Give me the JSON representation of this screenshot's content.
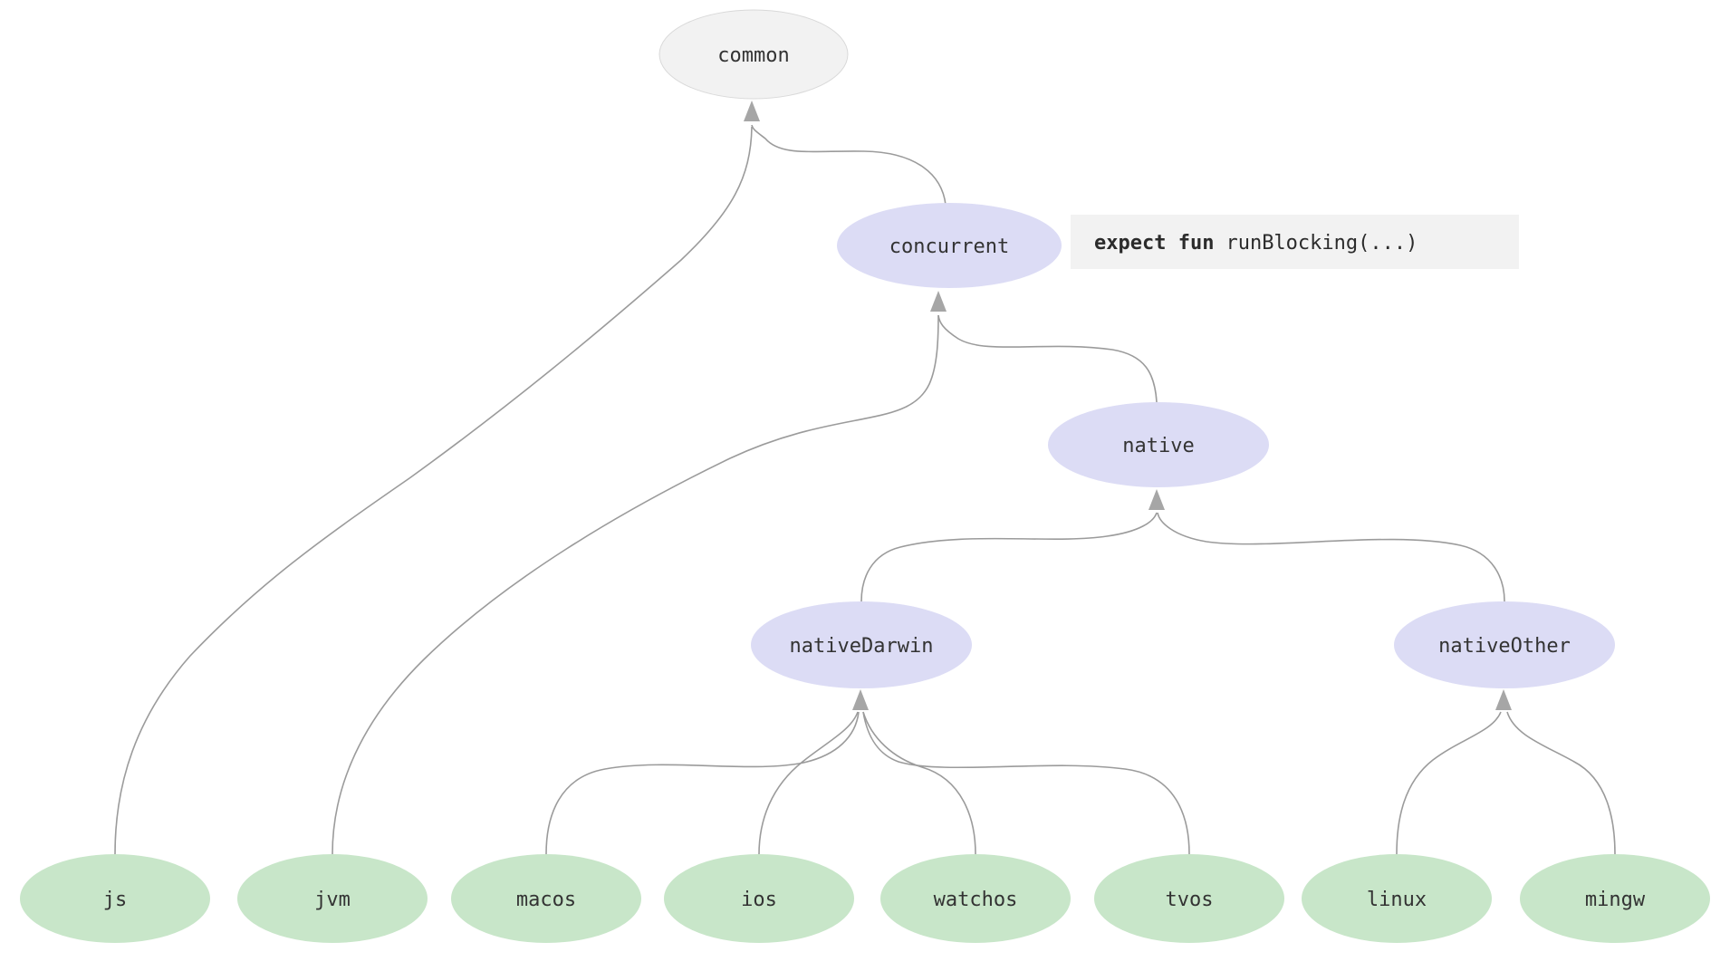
{
  "diagram": {
    "kind": "source-set-hierarchy-tree",
    "colors": {
      "background": "#ffffff",
      "common_fill": "#f2f2f2",
      "common_stroke": "#d9d9d9",
      "shared_fill": "#dcdcf5",
      "target_fill": "#c8e6c9",
      "edge": "#9b9b9b",
      "arrow": "#a6a6a6",
      "label_text": "#333333",
      "code_box_fill": "#f2f2f2",
      "code_text": "#2b2b2b"
    }
  },
  "nodes": [
    {
      "id": "common",
      "label": "common",
      "kind": "common"
    },
    {
      "id": "concurrent",
      "label": "concurrent",
      "kind": "intermediate"
    },
    {
      "id": "native",
      "label": "native",
      "kind": "intermediate"
    },
    {
      "id": "nativeDarwin",
      "label": "nativeDarwin",
      "kind": "intermediate"
    },
    {
      "id": "nativeOther",
      "label": "nativeOther",
      "kind": "intermediate"
    },
    {
      "id": "js",
      "label": "js",
      "kind": "target"
    },
    {
      "id": "jvm",
      "label": "jvm",
      "kind": "target"
    },
    {
      "id": "macos",
      "label": "macos",
      "kind": "target"
    },
    {
      "id": "ios",
      "label": "ios",
      "kind": "target"
    },
    {
      "id": "watchos",
      "label": "watchos",
      "kind": "target"
    },
    {
      "id": "tvos",
      "label": "tvos",
      "kind": "target"
    },
    {
      "id": "linux",
      "label": "linux",
      "kind": "target"
    },
    {
      "id": "mingw",
      "label": "mingw",
      "kind": "target"
    }
  ],
  "edges": [
    {
      "from": "js",
      "to": "common"
    },
    {
      "from": "concurrent",
      "to": "common"
    },
    {
      "from": "jvm",
      "to": "concurrent"
    },
    {
      "from": "native",
      "to": "concurrent"
    },
    {
      "from": "nativeDarwin",
      "to": "native"
    },
    {
      "from": "nativeOther",
      "to": "native"
    },
    {
      "from": "macos",
      "to": "nativeDarwin"
    },
    {
      "from": "ios",
      "to": "nativeDarwin"
    },
    {
      "from": "watchos",
      "to": "nativeDarwin"
    },
    {
      "from": "tvos",
      "to": "nativeDarwin"
    },
    {
      "from": "linux",
      "to": "nativeOther"
    },
    {
      "from": "mingw",
      "to": "nativeOther"
    }
  ],
  "annotation": {
    "keyword": "expect fun",
    "code": "runBlocking(...)"
  }
}
